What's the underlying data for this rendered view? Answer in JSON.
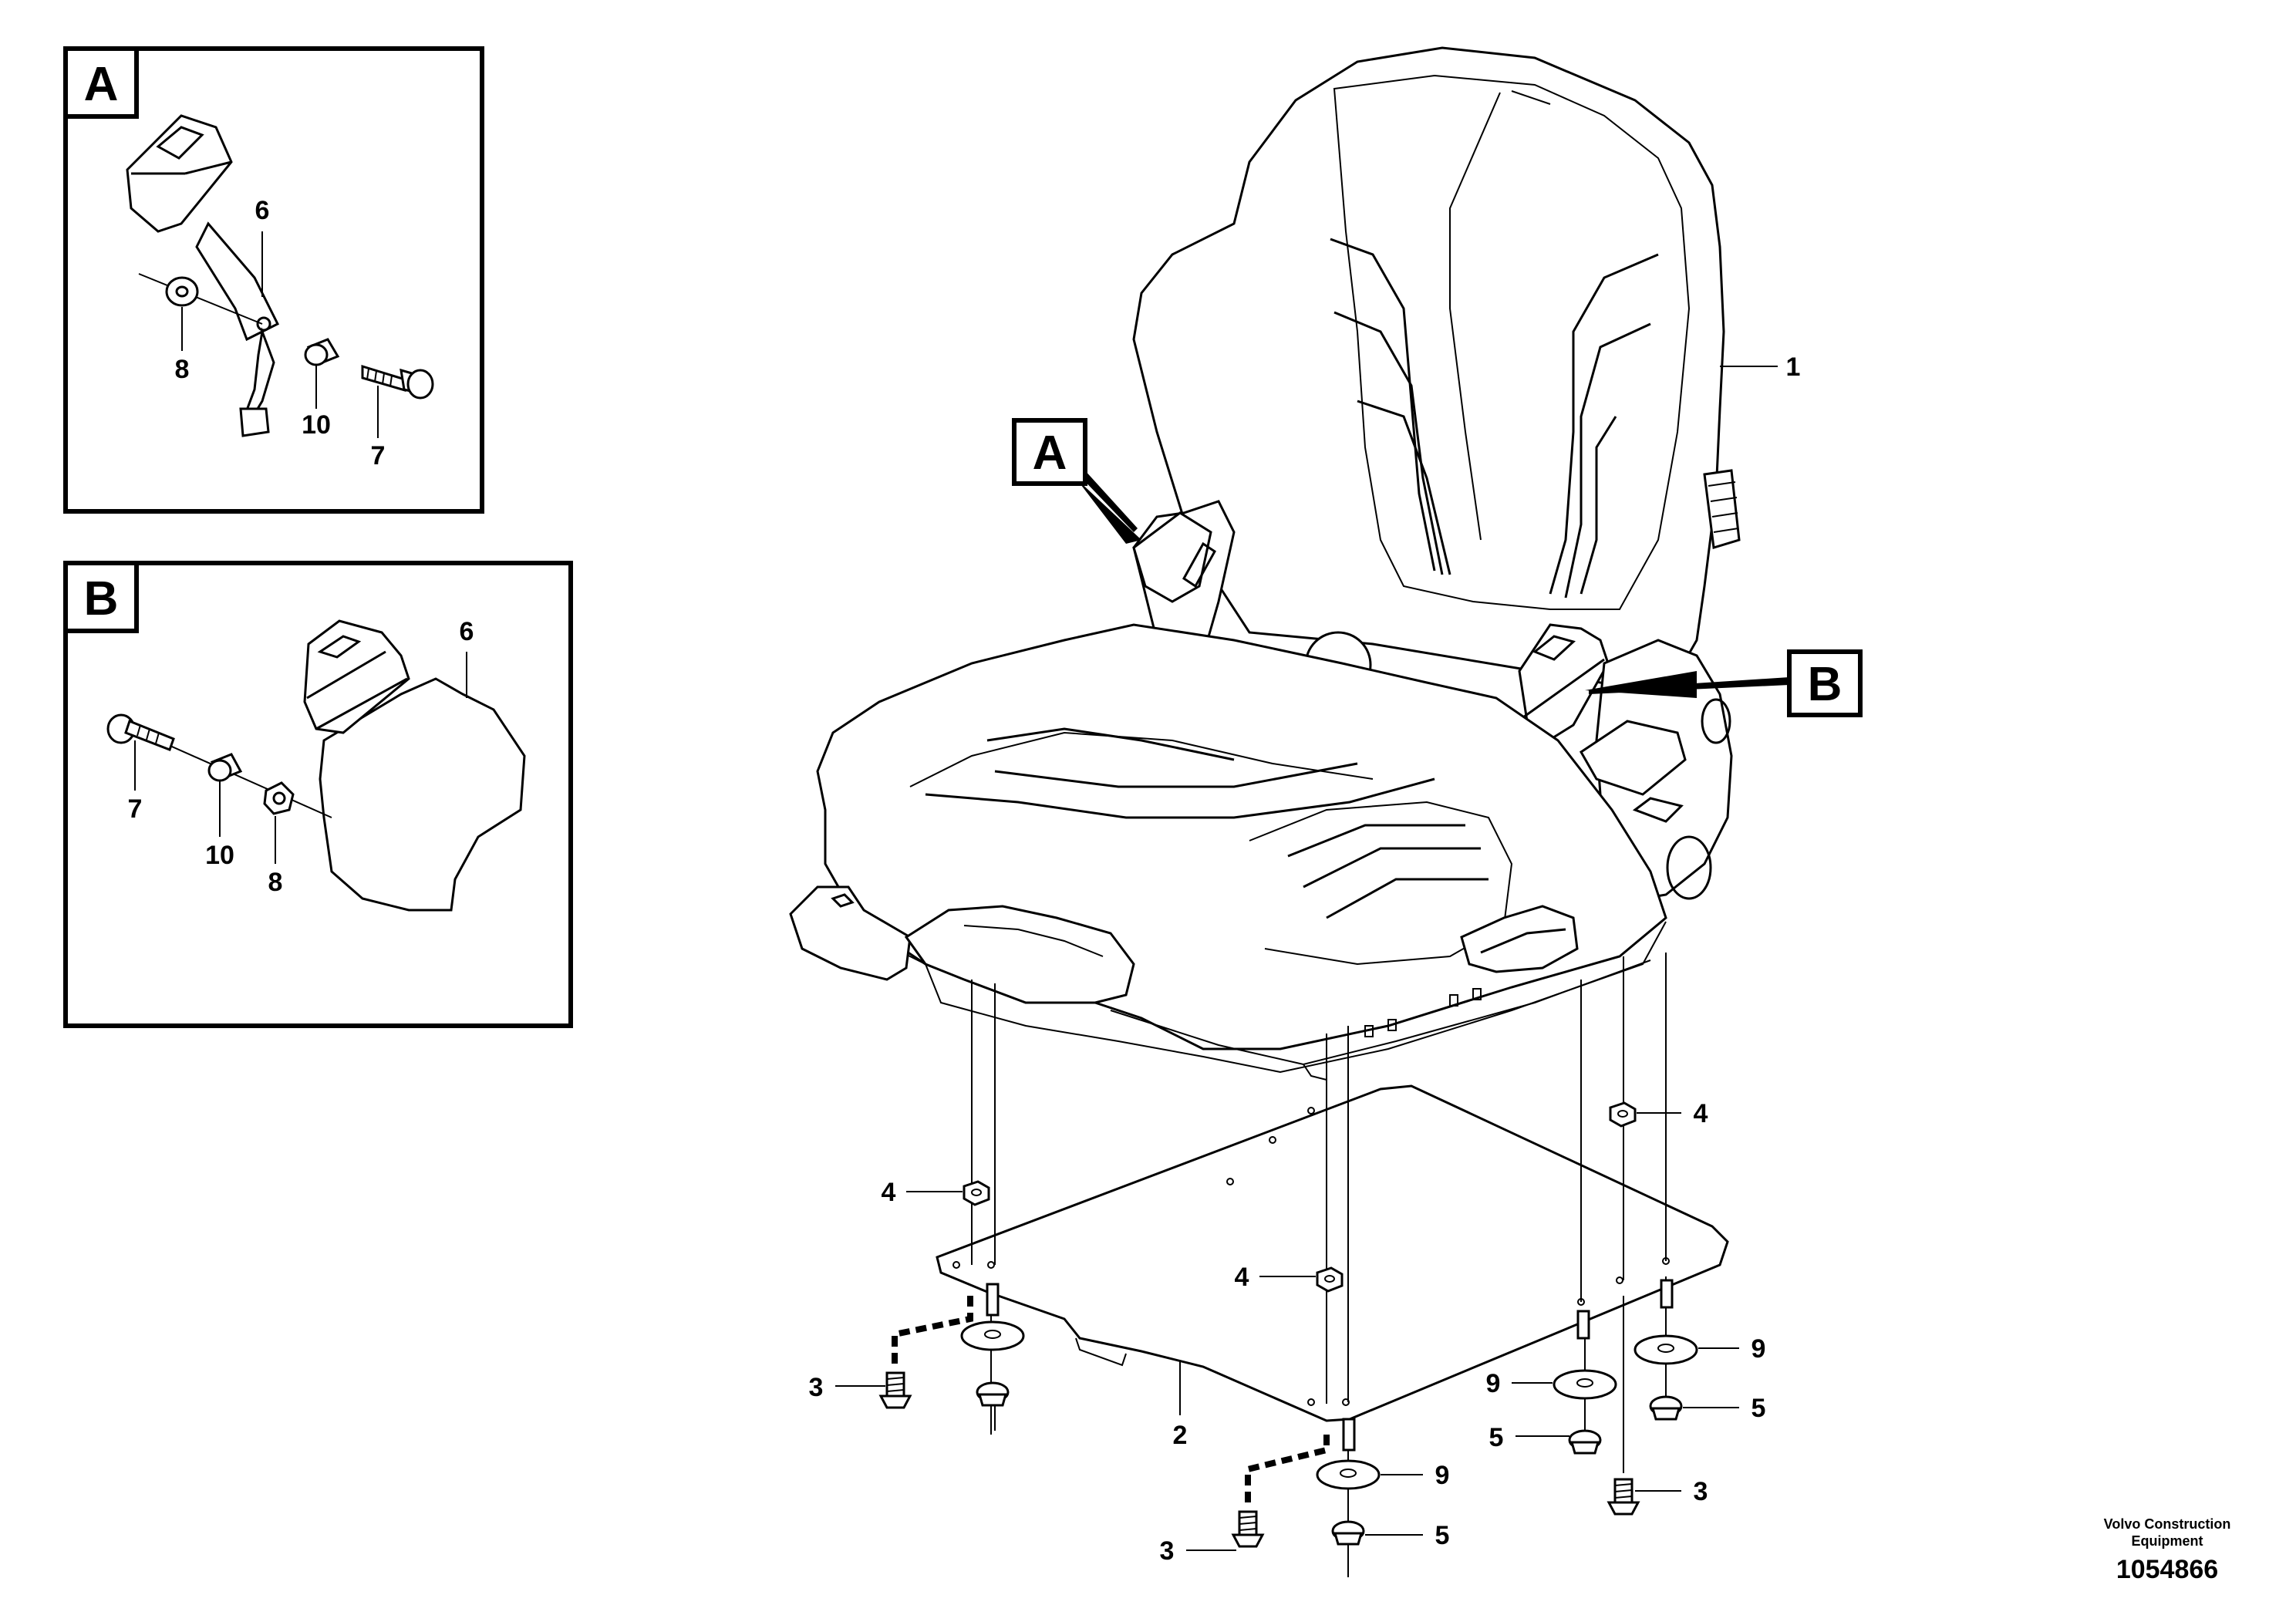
{
  "inset_a": {
    "label": "A",
    "callouts": [
      "6",
      "8",
      "10",
      "7"
    ]
  },
  "inset_b": {
    "label": "B",
    "callouts": [
      "6",
      "7",
      "10",
      "8"
    ]
  },
  "main": {
    "callout_a": "A",
    "callout_b": "B",
    "labels": {
      "seat": "1",
      "plate": "2",
      "screw_left": "3",
      "screw_mid": "3",
      "screw_right": "3",
      "nut_left": "4",
      "nut_mid": "4",
      "nut_right": "4",
      "washer_small_right": "5",
      "washer_small_mid": "5",
      "washer_small_low": "5",
      "washer_big_right": "9",
      "washer_big_mid": "9",
      "washer_big_low": "9"
    }
  },
  "footer": {
    "company_line1": "Volvo Construction",
    "company_line2": "Equipment",
    "doc_number": "1054866"
  }
}
